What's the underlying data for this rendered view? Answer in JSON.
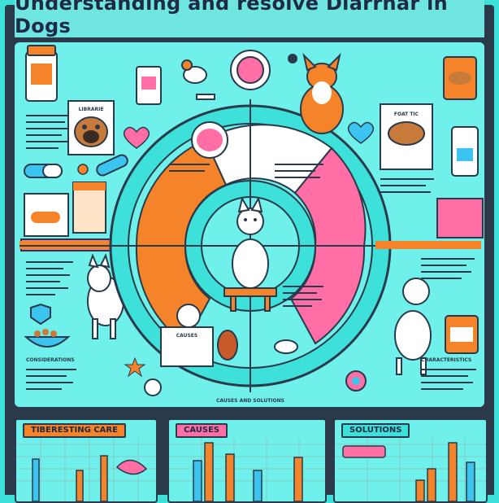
{
  "title": "Understanding and resolve Diarrhar in Dogs",
  "colors": {
    "background": "#3ee0da",
    "frame": "#2b3a4a",
    "orange": "#f5832a",
    "pink": "#ff6fa6",
    "teal": "#6ff0ea",
    "blue": "#3cc4f0"
  },
  "panels": {
    "top_left_card_heading": "LIBRARIE",
    "top_right_card_heading": "FOAT TIC",
    "bottom_left_heading": "CONSIDERATIONS",
    "bottom_right_heading": "CHARACTERISTICS",
    "center_caption": "CAUSES AND SOLUTIONS",
    "note_card_heading": "CAUSES"
  },
  "charts": [
    {
      "label": "TIBERESTING CARE"
    },
    {
      "label": "CAUSES"
    },
    {
      "label": "SOLUTIONS"
    }
  ],
  "icons": [
    "dog-icon",
    "pill-bottle-icon",
    "pill-icon",
    "heart-icon",
    "food-bowl-icon",
    "bird-icon",
    "paw-icon",
    "shield-icon",
    "star-icon"
  ]
}
